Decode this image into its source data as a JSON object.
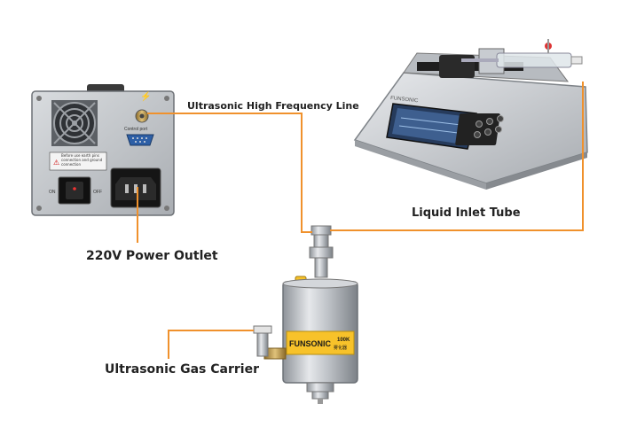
{
  "labels": {
    "hf_line": "Ultrasonic High Frequency Line",
    "power_outlet": "220V Power Outlet",
    "liquid_inlet": "Liquid Inlet Tube",
    "gas_carrier": "Ultrasonic Gas Carrier"
  },
  "generator": {
    "port_label": "Control port",
    "warning_text": "Before use earth pins connection and ground connection",
    "switch_on": "ON",
    "switch_off": "OFF"
  },
  "pump": {
    "brand": "FUNSONIC"
  },
  "nozzle": {
    "brand": "FUNSONIC",
    "spec": "100K",
    "spec_sub": "雾化器"
  },
  "colors": {
    "connector_line": "#f0912c",
    "housing_steel": "#c9ccd1",
    "accent_yellow": "#f7c22a"
  }
}
